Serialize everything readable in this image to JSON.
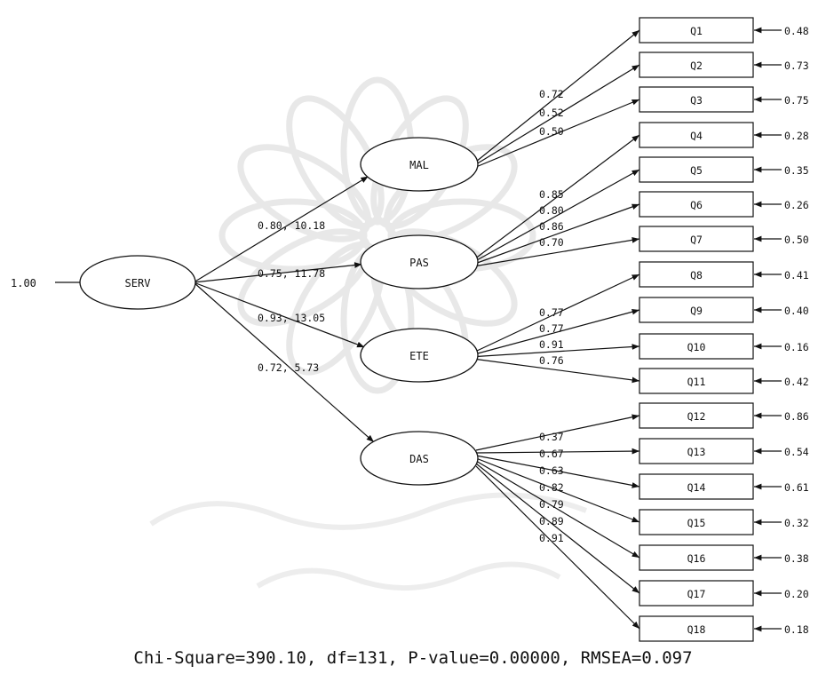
{
  "root": {
    "name": "SERV",
    "variance": "1.00"
  },
  "factors": [
    {
      "name": "MAL",
      "path_label": "0.80, 10.18",
      "items": [
        {
          "name": "Q1",
          "loading": "0.72",
          "error": "0.48"
        },
        {
          "name": "Q2",
          "loading": "0.52",
          "error": "0.73"
        },
        {
          "name": "Q3",
          "loading": "0.50",
          "error": "0.75"
        }
      ]
    },
    {
      "name": "PAS",
      "path_label": "0.75, 11.78",
      "items": [
        {
          "name": "Q4",
          "loading": "0.85",
          "error": "0.28"
        },
        {
          "name": "Q5",
          "loading": "0.80",
          "error": "0.35"
        },
        {
          "name": "Q6",
          "loading": "0.86",
          "error": "0.26"
        },
        {
          "name": "Q7",
          "loading": "0.70",
          "error": "0.50"
        }
      ]
    },
    {
      "name": "ETE",
      "path_label": "0.93, 13.05",
      "items": [
        {
          "name": "Q8",
          "loading": "0.77",
          "error": "0.41"
        },
        {
          "name": "Q9",
          "loading": "0.77",
          "error": "0.40"
        },
        {
          "name": "Q10",
          "loading": "0.91",
          "error": "0.16"
        },
        {
          "name": "Q11",
          "loading": "0.76",
          "error": "0.42"
        }
      ]
    },
    {
      "name": "DAS",
      "path_label": "0.72, 5.73",
      "items": [
        {
          "name": "Q12",
          "loading": "0.37",
          "error": "0.86"
        },
        {
          "name": "Q13",
          "loading": "0.67",
          "error": "0.54"
        },
        {
          "name": "Q14",
          "loading": "0.63",
          "error": "0.61"
        },
        {
          "name": "Q15",
          "loading": "0.82",
          "error": "0.32"
        },
        {
          "name": "Q16",
          "loading": "0.79",
          "error": "0.38"
        },
        {
          "name": "Q17",
          "loading": "0.89",
          "error": "0.20"
        },
        {
          "name": "Q18",
          "loading": "0.91",
          "error": "0.18"
        }
      ]
    }
  ],
  "fit_statistics": "Chi-Square=390.10, df=131, P-value=0.00000, RMSEA=0.097",
  "colors": {
    "line": "#111111",
    "watermark": "#d9d9d9",
    "background": "#ffffff"
  }
}
